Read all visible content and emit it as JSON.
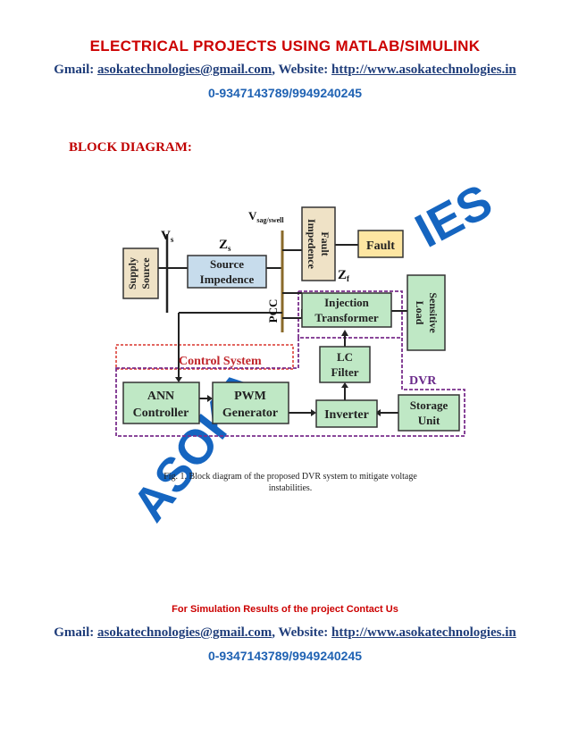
{
  "header": {
    "title": "ELECTRICAL PROJECTS USING MATLAB/SIMULINK",
    "gmail_label": "Gmail:",
    "email": "asokatechnologies@gmail.com",
    "website_label": "Website:",
    "website": "http://www.asokatechnologies.in",
    "phone": "0-9347143789/9949240245"
  },
  "section_heading": "BLOCK DIAGRAM:",
  "watermark": {
    "bottom_left": "ASOKA",
    "top_right": "IES",
    "color": "#1565c0"
  },
  "diagram": {
    "labels": {
      "vs": "V",
      "vs_sub": "s",
      "vsag": "V",
      "vsag_sub": "sag/swell",
      "zs": "Z",
      "zs_sub": "s",
      "zf": "Z",
      "zf_sub": "f",
      "pcc": "PCC",
      "control_system": "Control System",
      "dvr": "DVR"
    },
    "blocks": {
      "supply_line1": "Supply",
      "supply_line2": "Source",
      "source_imp_line1": "Source",
      "source_imp_line2": "Impedence",
      "fault_imp_line1": "Fault",
      "fault_imp_line2": "Impedence",
      "fault": "Fault",
      "injection_line1": "Injection",
      "injection_line2": "Transformer",
      "sensitive_line1": "Sensitive",
      "sensitive_line2": "Load",
      "lc_line1": "LC",
      "lc_line2": "Filter",
      "ann_line1": "ANN",
      "ann_line2": "Controller",
      "pwm_line1": "PWM",
      "pwm_line2": "Generator",
      "inverter": "Inverter",
      "storage_line1": "Storage",
      "storage_line2": "Unit"
    },
    "colors": {
      "block_green": "#bfe8c5",
      "block_blue": "#c7dcec",
      "block_yellow": "#fde6a2",
      "block_tan": "#efe2c6",
      "control_border": "#d9342b",
      "dvr_border": "#7a2f8c",
      "dvr_text": "#6a2a8a"
    }
  },
  "caption": {
    "line1": "Fig. 1. Block diagram of the proposed DVR system to mitigate voltage",
    "line2": "instabilities."
  },
  "footer": {
    "simulation_note": "For Simulation Results of the project Contact Us",
    "gmail_label": "Gmail:",
    "email": "asokatechnologies@gmail.com",
    "website_label": "Website:",
    "website": "http://www.asokatechnologies.in",
    "phone": "0-9347143789/9949240245"
  }
}
